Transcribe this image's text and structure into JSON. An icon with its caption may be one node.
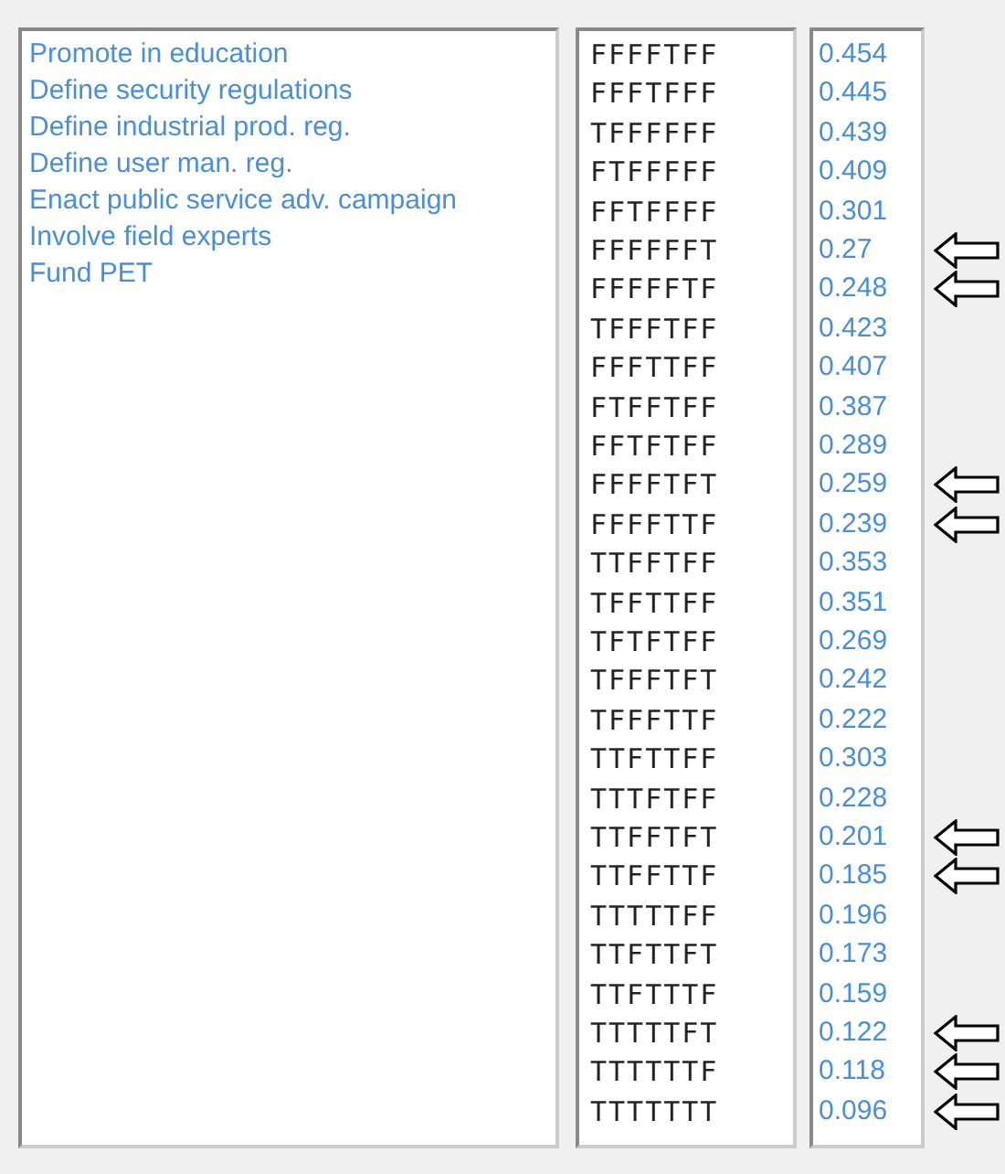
{
  "diagram": {
    "labels": [
      "Promote in education",
      "Define security regulations",
      "Define industrial prod. reg.",
      "Define user man. reg.",
      "Enact public service adv. campaign",
      "Involve field experts",
      "Fund PET",
      "FFFFTFF",
      "0.454",
      "FFFTFFF",
      "0.445",
      "TFFFFFF",
      "0.439",
      "FTFFFFF",
      "0.409",
      "FFTFFFF",
      "0.301",
      "FFFFFFT",
      "0.27",
      "FFFFFTF",
      "0.248",
      "TFFFTFF",
      "0.423",
      "FFFTTFF",
      "0.407",
      "FTFFTFF",
      "0.387",
      "FFTFTFF",
      "0.289",
      "FFFFTFT",
      "0.259",
      "FFFFTTF",
      "0.239",
      "TTFFTFF",
      "0.353",
      "TFFTTFF",
      "0.351",
      "TFTFTFF",
      "0.269",
      "TFFFTFT",
      "0.242",
      "TFFFTTF",
      "0.222",
      "TTFTTFF",
      "0.303",
      "TTTFTFF",
      "0.228",
      "TTFFTFT",
      "0.201",
      "TTFFTTF",
      "0.185",
      "TTTTTFF",
      "0.196",
      "TTFTTFT",
      "0.173",
      "TTFTTTF",
      "0.159",
      "TTTTTFT",
      "0.122",
      "TTTTTTF",
      "0.118",
      "TTTTTTT",
      "0.096"
    ]
  }
}
